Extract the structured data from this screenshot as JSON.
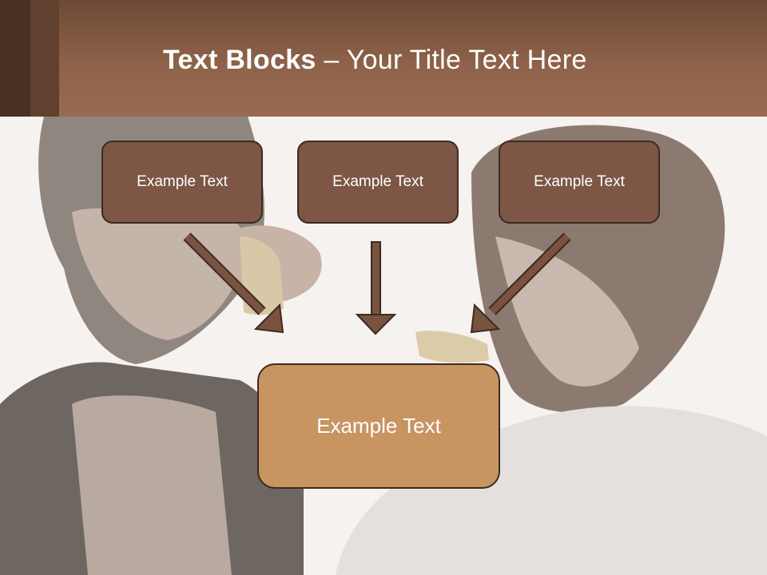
{
  "title": {
    "bold": "Text Blocks",
    "separator": " – ",
    "rest": "Your Title Text Here"
  },
  "boxes": [
    {
      "label": "Example Text"
    },
    {
      "label": "Example Text"
    },
    {
      "label": "Example Text"
    }
  ],
  "main_box": {
    "label": "Example Text"
  },
  "colors": {
    "header": "#8e624a",
    "box": "#7d5645",
    "main_box": "#c89462",
    "arrow": "#7a5240",
    "border": "#3c2a20"
  }
}
